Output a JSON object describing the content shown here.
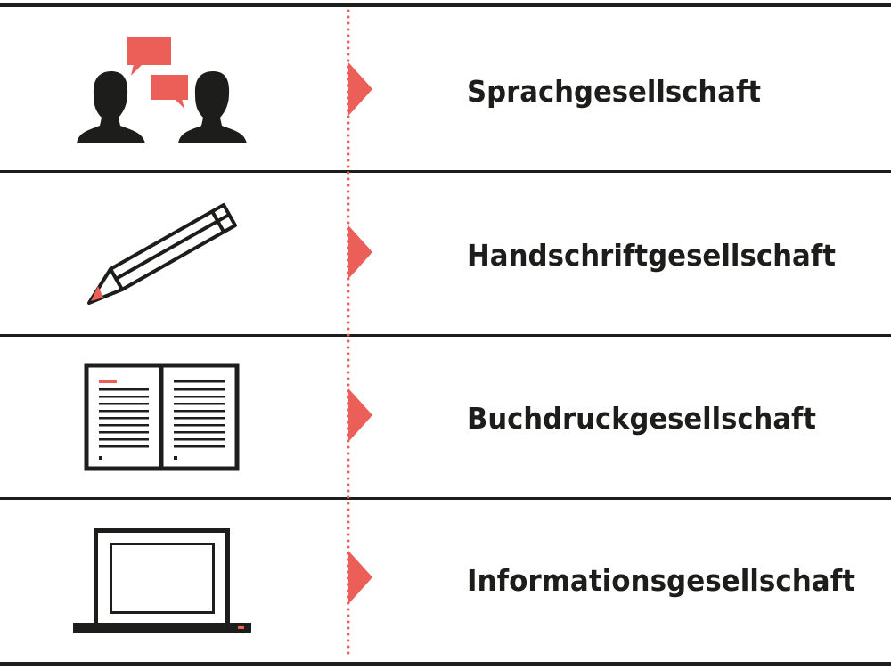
{
  "rows": [
    {
      "label": "Sprachgesellschaft",
      "icon": "speaking-people-icon"
    },
    {
      "label": "Handschriftgesellschaft",
      "icon": "pencil-icon"
    },
    {
      "label": "Buchdruckgesellschaft",
      "icon": "open-book-icon"
    },
    {
      "label": "Informationsgesellschaft",
      "icon": "laptop-icon"
    }
  ],
  "colors": {
    "accent": "#ec5f58",
    "ink": "#1d1d1b"
  }
}
